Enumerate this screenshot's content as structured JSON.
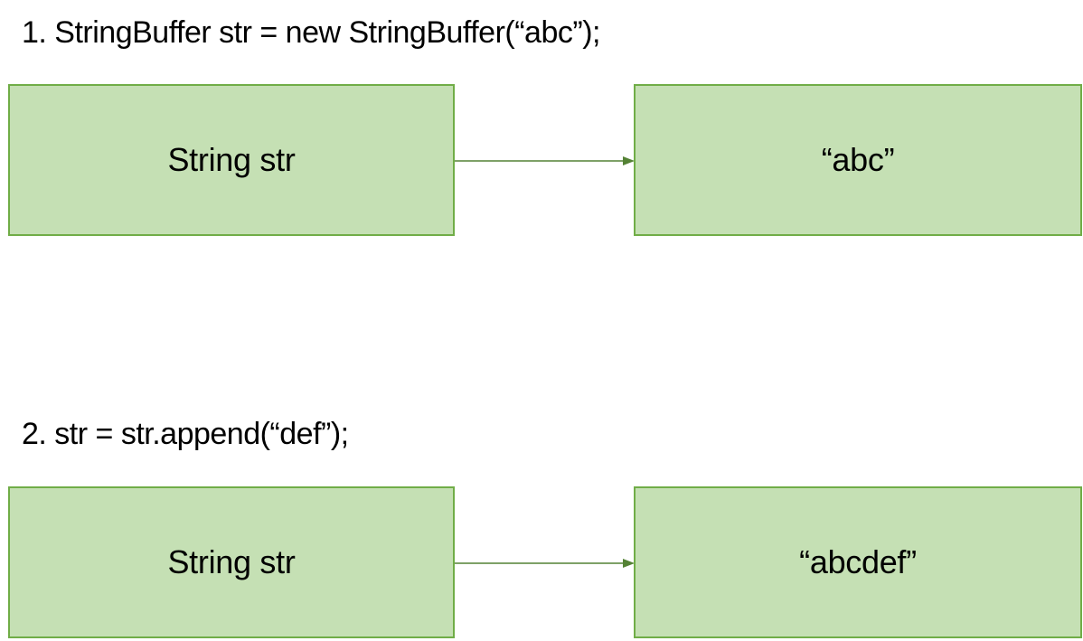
{
  "colors": {
    "box_fill": "#c5e0b4",
    "box_border": "#70ad47",
    "arrow": "#548235"
  },
  "step1": {
    "title": "1. StringBuffer str = new StringBuffer(“abc”);",
    "variable_label": "String str",
    "object_label": "“abc”"
  },
  "step2": {
    "title": "2. str = str.append(“def”);",
    "variable_label": "String str",
    "object_label": "“abcdef”"
  }
}
